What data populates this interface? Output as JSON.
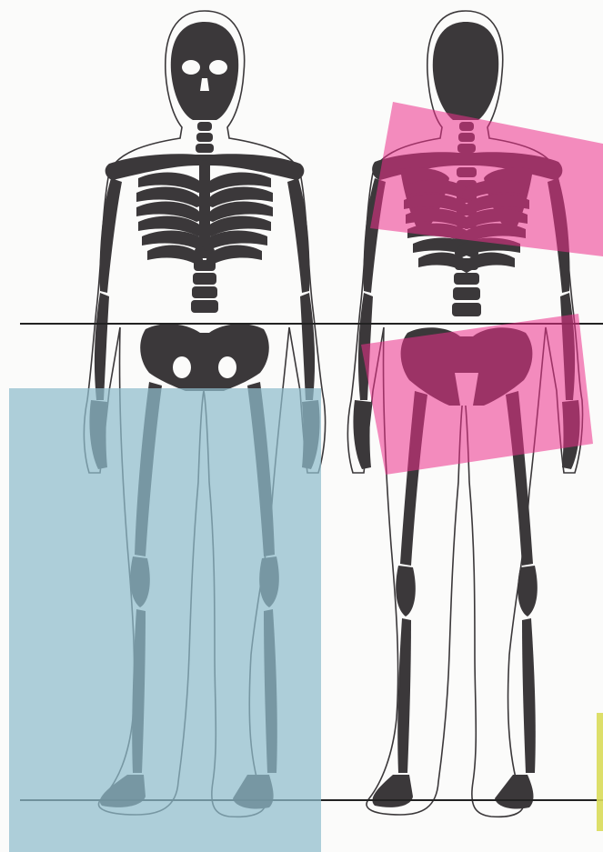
{
  "figure": {
    "views": [
      "front",
      "back"
    ],
    "colors": {
      "paper": "#fbfbfa",
      "bone": "#3b383a",
      "outline": "#3b383a",
      "reference_line": "#222222",
      "overlay_lower_limbs": "#8fbdcc",
      "overlay_upper_trunk": "#ec2f8a",
      "overlay_pelvis": "#ec2f8a",
      "overlay_edge": "#d9dc5a"
    },
    "overlays": [
      {
        "id": "lower-limbs",
        "view": "front",
        "color_key": "overlay_lower_limbs",
        "opacity": 0.72
      },
      {
        "id": "upper-trunk",
        "view": "back",
        "color_key": "overlay_upper_trunk",
        "opacity": 0.55
      },
      {
        "id": "pelvis",
        "view": "back",
        "color_key": "overlay_pelvis",
        "opacity": 0.55
      }
    ],
    "reference_lines": [
      "pelvis-level",
      "foot-level"
    ]
  }
}
